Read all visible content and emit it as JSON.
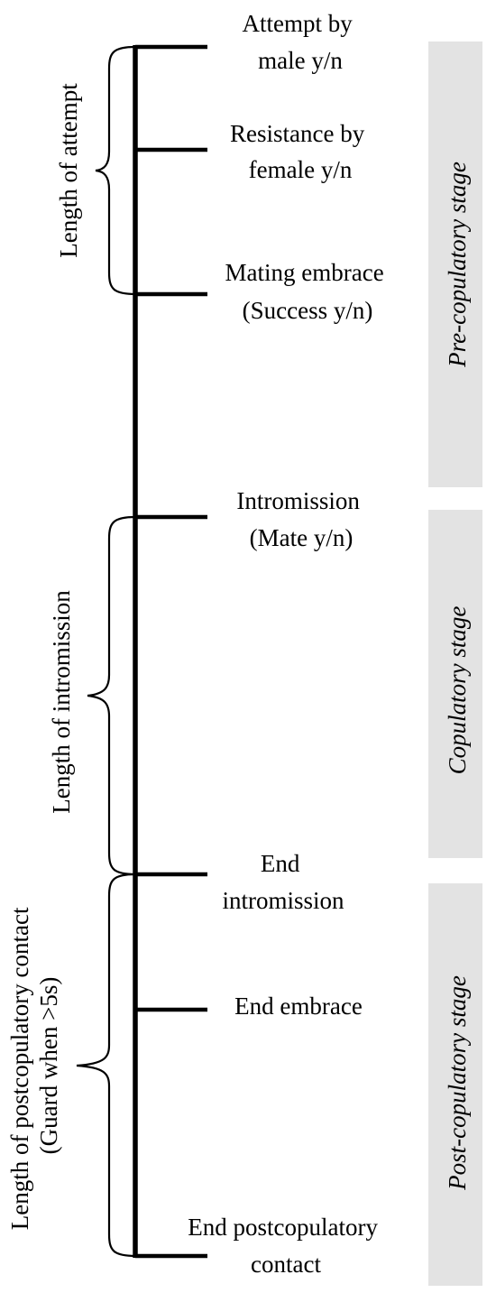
{
  "events": [
    {
      "id": "attempt",
      "lines": [
        "Attempt by",
        "male y/n"
      ]
    },
    {
      "id": "resistance",
      "lines": [
        "Resistance by",
        "female y/n"
      ]
    },
    {
      "id": "mating-embrace",
      "lines": [
        "Mating embrace",
        "(Success y/n)"
      ]
    },
    {
      "id": "intromission",
      "lines": [
        "Intromission",
        "(Mate y/n)"
      ]
    },
    {
      "id": "end-intromission",
      "lines": [
        "End",
        "intromission"
      ]
    },
    {
      "id": "end-embrace",
      "lines": [
        "End embrace"
      ]
    },
    {
      "id": "end-postcopulatory",
      "lines": [
        "End postcopulatory",
        "contact"
      ]
    }
  ],
  "durations": [
    {
      "id": "length-of-attempt",
      "lines": [
        "Length of attempt"
      ]
    },
    {
      "id": "length-of-intromission",
      "lines": [
        "Length of intromission"
      ]
    },
    {
      "id": "length-of-postcopulatory",
      "lines": [
        "Length of postcopulatory contact",
        "(Guard when >5s)"
      ]
    }
  ],
  "stages": [
    {
      "id": "pre-copulatory",
      "label": "Pre-copulatory stage"
    },
    {
      "id": "copulatory",
      "label": "Copulatory stage"
    },
    {
      "id": "post-copulatory",
      "label": "Post-copulatory stage"
    }
  ],
  "colors": {
    "line": "#000000",
    "stage_fill": "#e3e3e3"
  }
}
